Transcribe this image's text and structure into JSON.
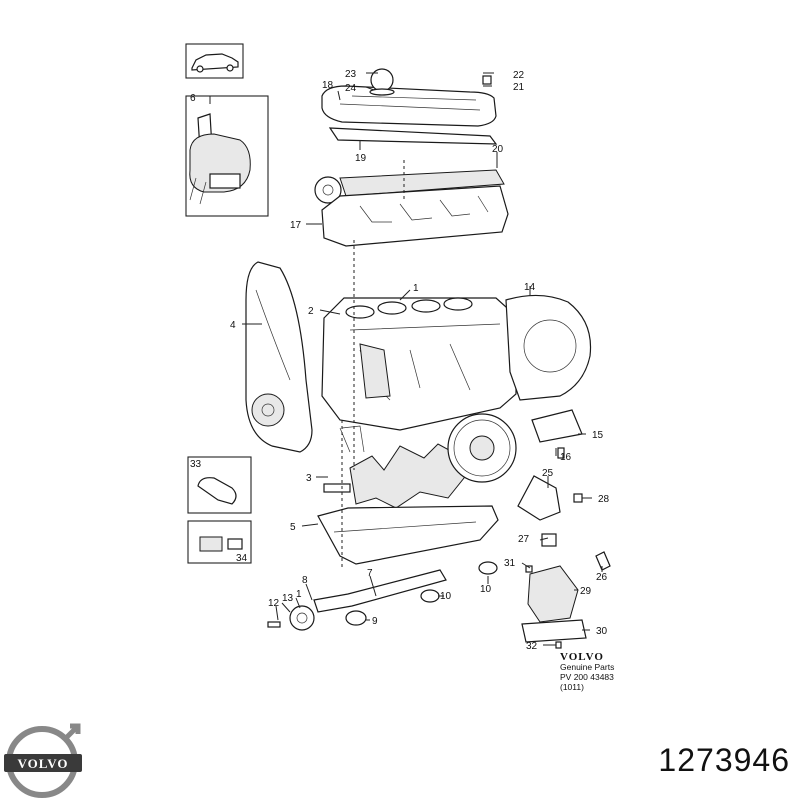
{
  "diagram": {
    "callouts": [
      {
        "id": "c1",
        "text": "1"
      },
      {
        "id": "c2",
        "text": "2"
      },
      {
        "id": "c3",
        "text": "3"
      },
      {
        "id": "c4",
        "text": "4"
      },
      {
        "id": "c5",
        "text": "5"
      },
      {
        "id": "c6",
        "text": "6"
      },
      {
        "id": "c7",
        "text": "7"
      },
      {
        "id": "c8",
        "text": "8"
      },
      {
        "id": "c9",
        "text": "9"
      },
      {
        "id": "c10a",
        "text": "10"
      },
      {
        "id": "c10b",
        "text": "10"
      },
      {
        "id": "c1b",
        "text": "1"
      },
      {
        "id": "c12",
        "text": "12"
      },
      {
        "id": "c13",
        "text": "13"
      },
      {
        "id": "c14",
        "text": "14"
      },
      {
        "id": "c15",
        "text": "15"
      },
      {
        "id": "c16",
        "text": "16"
      },
      {
        "id": "c17",
        "text": "17"
      },
      {
        "id": "c18",
        "text": "18"
      },
      {
        "id": "c19",
        "text": "19"
      },
      {
        "id": "c20",
        "text": "20"
      },
      {
        "id": "c21",
        "text": "21"
      },
      {
        "id": "c22",
        "text": "22"
      },
      {
        "id": "c23",
        "text": "23"
      },
      {
        "id": "c24",
        "text": "24"
      },
      {
        "id": "c25",
        "text": "25"
      },
      {
        "id": "c26",
        "text": "26"
      },
      {
        "id": "c27",
        "text": "27"
      },
      {
        "id": "c28",
        "text": "28"
      },
      {
        "id": "c29",
        "text": "29"
      },
      {
        "id": "c30",
        "text": "30"
      },
      {
        "id": "c31",
        "text": "31"
      },
      {
        "id": "c32",
        "text": "32"
      },
      {
        "id": "c33",
        "text": "33"
      },
      {
        "id": "c34",
        "text": "34"
      }
    ],
    "genuine": {
      "brand": "VOLVO",
      "line1": "Genuine Parts",
      "line2": "PV 200  43483",
      "line3": "(1011)"
    }
  },
  "logo": {
    "text": "VOLVO"
  },
  "part_number": "1273946"
}
